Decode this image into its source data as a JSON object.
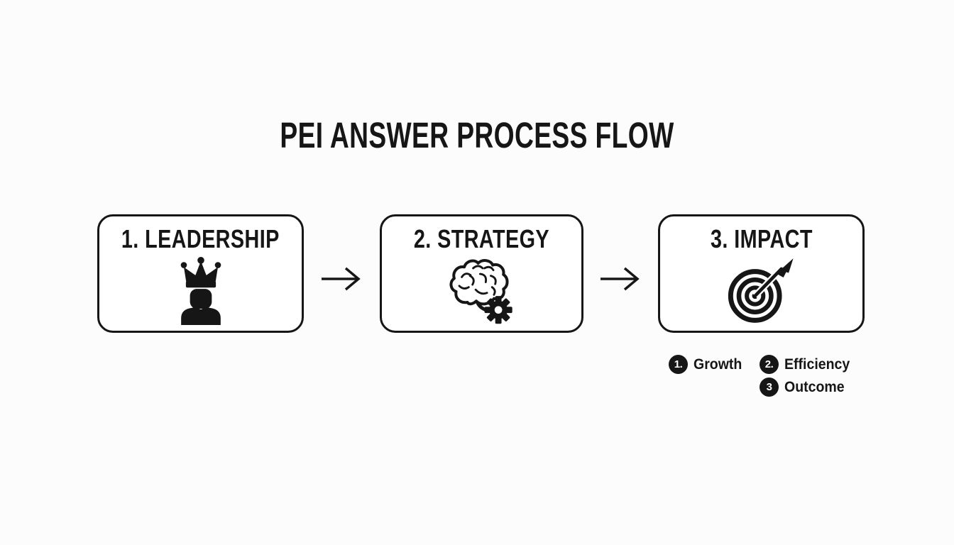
{
  "title": "PEI ANSWER PROCESS FLOW",
  "steps": [
    {
      "label": "1. LEADERSHIP",
      "icon": "crowned-person-icon"
    },
    {
      "label": "2. STRATEGY",
      "icon": "brain-gear-icon"
    },
    {
      "label": "3. IMPACT",
      "icon": "bullseye-arrow-icon"
    }
  ],
  "connectors": [
    {
      "icon": "right-arrow-icon"
    },
    {
      "icon": "right-arrow-icon"
    }
  ],
  "legend": {
    "items": [
      {
        "badge": "1.",
        "label": "Growth"
      },
      {
        "badge": "2.",
        "label": "Efficiency"
      },
      {
        "badge": "3",
        "label": "Outcome"
      }
    ]
  },
  "colors": {
    "ink": "#161616",
    "background": "#fcfcfc",
    "card_background": "#ffffff"
  }
}
